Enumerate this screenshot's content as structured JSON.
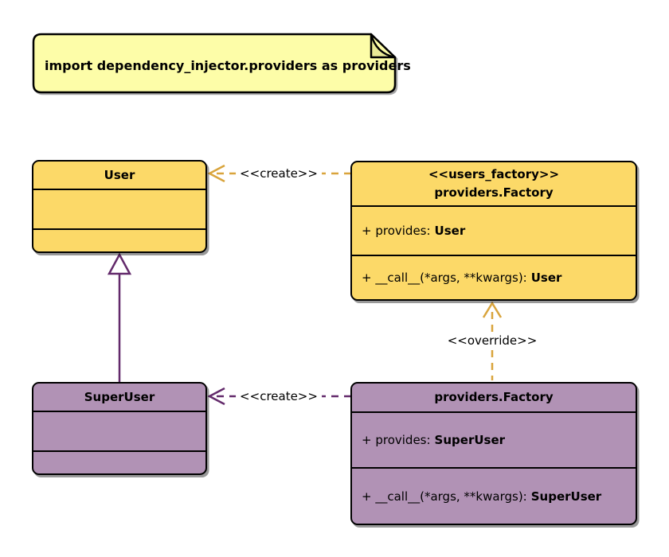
{
  "note": {
    "text": "import dependency_injector.providers as providers"
  },
  "classes": {
    "user": {
      "title": "User"
    },
    "users_factory": {
      "stereotype": "<<users_factory>>",
      "title": "providers.Factory",
      "provides_label": "+ provides:",
      "provides_type": "User",
      "call_label": "+ __call__(*args, **kwargs):",
      "call_type": "User"
    },
    "super_user": {
      "title": "SuperUser"
    },
    "super_user_factory": {
      "title": "providers.Factory",
      "provides_label": "+ provides:",
      "provides_type": "SuperUser",
      "call_label": "+ __call__(*args, **kwargs):",
      "call_type": "SuperUser"
    }
  },
  "edges": {
    "create_user": {
      "label": "<<create>>"
    },
    "create_super_user": {
      "label": "<<create>>"
    },
    "override": {
      "label": "<<override>>"
    },
    "inheritance": {
      "label": ""
    }
  },
  "colors": {
    "class_yellow": "#FCD968",
    "class_purple": "#B192B5",
    "note_fill": "#FDFDA8",
    "note_fold": "#EAEA96",
    "border_black": "#000000",
    "arrow_gold": "#D9A43C",
    "arrow_purple": "#632A6B",
    "background": "#FFFFFF"
  }
}
